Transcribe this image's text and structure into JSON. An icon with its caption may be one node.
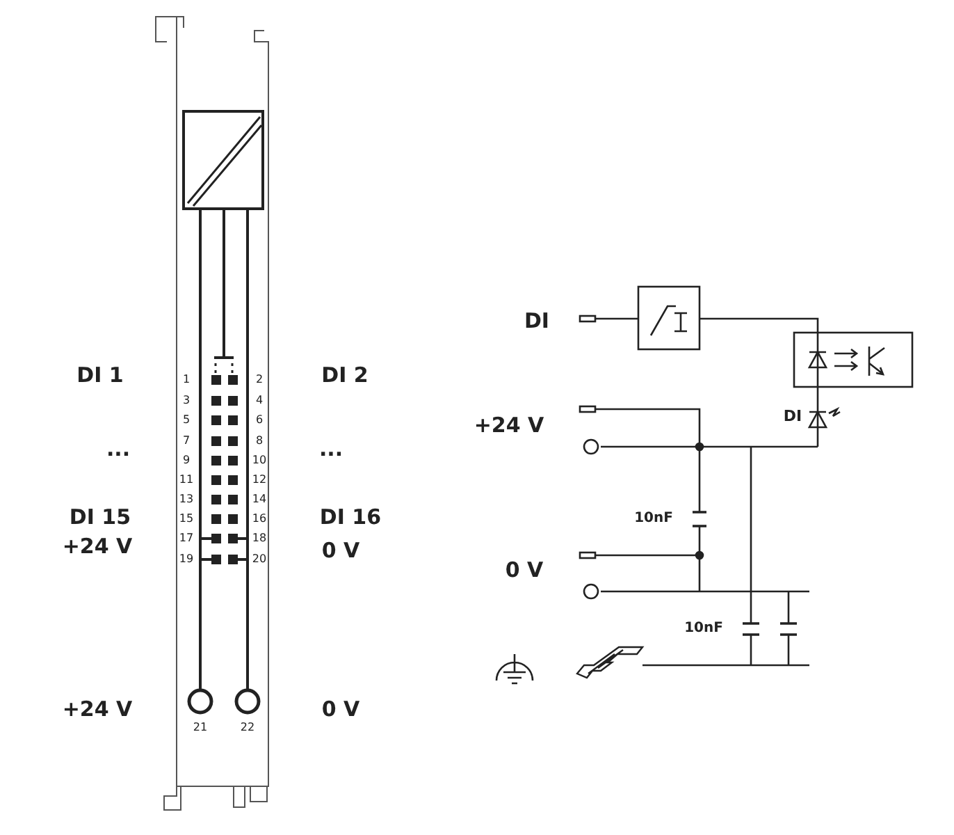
{
  "diagram": {
    "labels": [
      "DI",
      "DI 1",
      "DI 2",
      "1",
      "2",
      "3",
      "4",
      "5",
      "6",
      "7",
      "8",
      "9",
      "10",
      "11",
      "12",
      "13",
      "14",
      "15",
      "16",
      "17",
      "18",
      "19",
      "20",
      "+24 V",
      "DI",
      "...",
      "...",
      "DI 15",
      "DI 16",
      "10nF",
      "+24 V",
      "0 V",
      "0 V",
      "10nF",
      "+24 V",
      "21",
      "22",
      "0 V"
    ]
  }
}
